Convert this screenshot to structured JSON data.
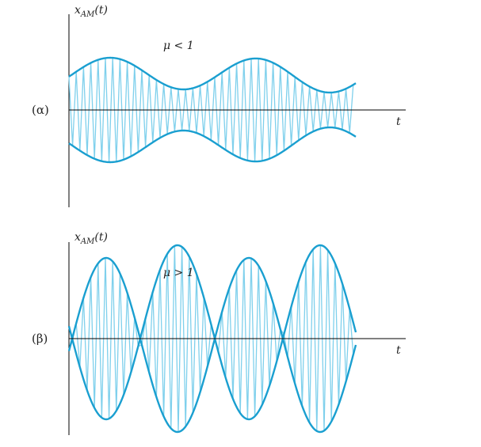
{
  "panels": [
    {
      "id": "alpha",
      "part_label": "(α)",
      "ylabel_main": "x",
      "ylabel_sub": "AM",
      "ylabel_tail": "(t)",
      "xlabel": "t",
      "annotation": "μ < 1",
      "modulation_case": "under-modulation",
      "colors": {
        "envelope": "#1a9fd0",
        "carrier": "#7fd0ec"
      }
    },
    {
      "id": "beta",
      "part_label": "(β)",
      "ylabel_main": "x",
      "ylabel_sub": "AM",
      "ylabel_tail": "(t)",
      "xlabel": "t",
      "annotation": "μ > 1",
      "modulation_case": "over-modulation",
      "colors": {
        "envelope": "#1a9fd0",
        "carrier": "#7fd0ec"
      }
    }
  ]
}
